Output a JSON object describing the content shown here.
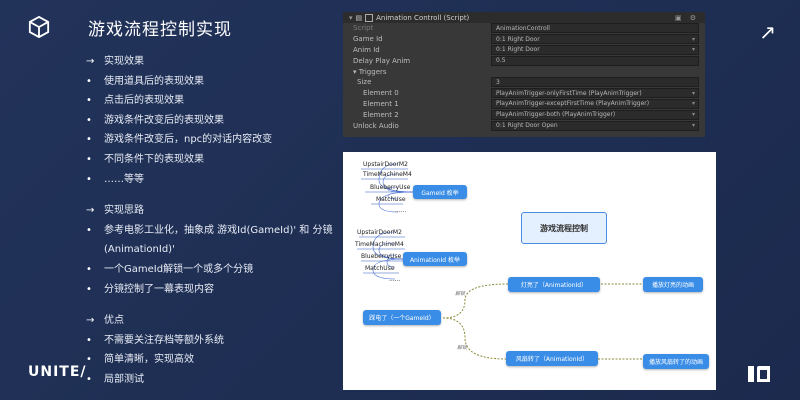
{
  "slide": {
    "title": "游戏流程控制实现",
    "brand_text": "UNITE/"
  },
  "bullets": [
    {
      "marker": "→",
      "text": "实现效果"
    },
    {
      "marker": "•",
      "text": "使用道具后的表现效果"
    },
    {
      "marker": "•",
      "text": "点击后的表现效果"
    },
    {
      "marker": "•",
      "text": "游戏条件改变后的表现效果"
    },
    {
      "marker": "•",
      "text": "游戏条件改变后，npc的对话内容改变"
    },
    {
      "marker": "•",
      "text": "不同条件下的表现效果"
    },
    {
      "marker": "•",
      "text": "……等等"
    },
    {
      "marker": "→",
      "text": "实现思路",
      "gap": true
    },
    {
      "marker": "•",
      "text": "参考电影工业化，抽象成 游戏Id(GameId)' 和 分镜(AnimationId)'",
      "wrap": true
    },
    {
      "marker": "•",
      "text": "一个GameId解锁一个或多个分镜"
    },
    {
      "marker": "•",
      "text": "分镜控制了一幕表现内容"
    },
    {
      "marker": "→",
      "text": "优点",
      "gap": true
    },
    {
      "marker": "•",
      "text": "不需要关注存档等额外系统"
    },
    {
      "marker": "•",
      "text": "简单清晰，实现高效"
    },
    {
      "marker": "•",
      "text": "局部测试"
    }
  ],
  "inspector": {
    "component_title": "Animation Controll (Script)",
    "rows": [
      {
        "label": "Script",
        "value": "AnimationControll",
        "grey": true,
        "field": true
      },
      {
        "label": "Game Id",
        "value": "0:1 Right Door",
        "field": true,
        "dropdown": true
      },
      {
        "label": "Anim Id",
        "value": "0:1 Right Door",
        "field": true,
        "dropdown": true
      },
      {
        "label": "Delay Play Anim",
        "value": "0.5",
        "field": true
      },
      {
        "label": "▾ Triggers",
        "value": "",
        "indent": 0
      },
      {
        "label": "Size",
        "value": "3",
        "indent": 1,
        "field": true
      },
      {
        "label": "Element 0",
        "value": "PlayAnimTrigger-onlyFirstTime (PlayAnimTrigger)",
        "indent": 2,
        "field": true,
        "dropdown": true
      },
      {
        "label": "Element 1",
        "value": "PlayAnimTrigger-exceptFirstTime (PlayAnimTrigger)",
        "indent": 2,
        "field": true,
        "dropdown": true
      },
      {
        "label": "Element 2",
        "value": "PlayAnimTrigger-both (PlayAnimTrigger)",
        "indent": 2,
        "field": true,
        "dropdown": true
      },
      {
        "label": "Unlock Audio",
        "value": "0:1 Right Door Open",
        "field": true,
        "dropdown": true
      }
    ]
  },
  "diagram": {
    "center": "游戏流程控制",
    "gameid_enum": "GameId 枚举",
    "gameid_items": [
      "UpstairDoorM2",
      "TimeMachineM4",
      "BlueberryUse",
      "MatchUse",
      "......"
    ],
    "animid_enum": "AnimationId 枚举",
    "animid_items": [
      "UpstairDoorM2",
      "TimeMachineM4",
      "BlueberryUse",
      "MatchUse",
      "......"
    ],
    "root": "踩电了（一个GameId）",
    "branch1": "灯亮了（AnimationId）",
    "branch1_result": "播放灯亮的动画",
    "branch2": "风扇转了（AnimationId）",
    "branch2_result": "播放风扇转了的动画",
    "edge_label": "解锁"
  },
  "colors": {
    "background": "#1f2f52",
    "diagram_blue": "#3a8de6",
    "edge_olive": "#8a8a3a"
  }
}
